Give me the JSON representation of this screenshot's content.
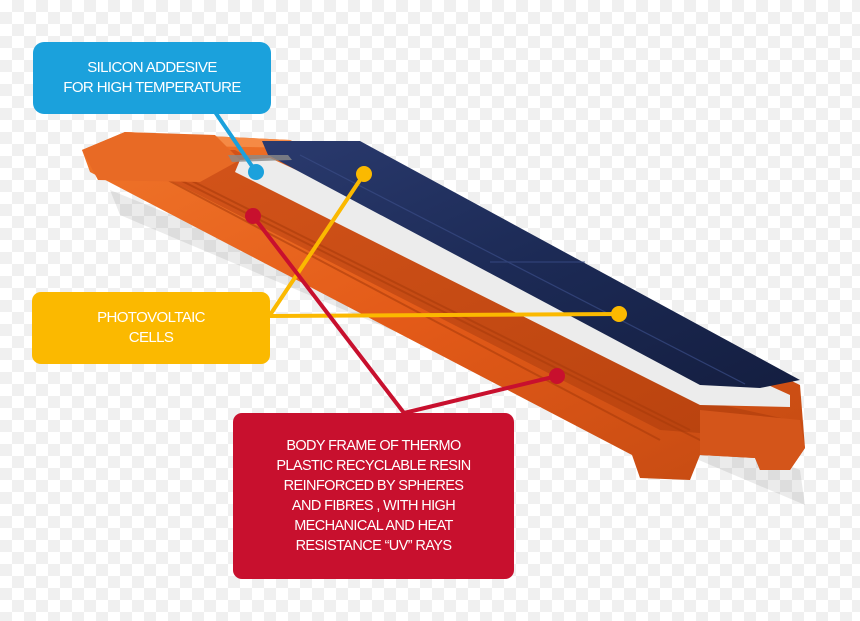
{
  "colors": {
    "silicon": "#1ba1dc",
    "photovoltaic": "#fbb900",
    "body_frame": "#c8102e",
    "frame_orange": "#e8601c",
    "panel_navy": "#1c2a55"
  },
  "callouts": {
    "silicon": {
      "text": "SILICON ADDESIVE\nFOR HIGH TEMPERATURE"
    },
    "photovoltaic": {
      "text": "PHOTOVOLTAIC\nCELLS"
    },
    "body_frame": {
      "text": "BODY FRAME OF THERMO\nPLASTIC RECYCLABLE RESIN\nREINFORCED BY SPHERES\nAND FIBRES , WITH HIGH\nMECHANICAL AND HEAT\nRESISTANCE “UV” RAYS"
    }
  }
}
